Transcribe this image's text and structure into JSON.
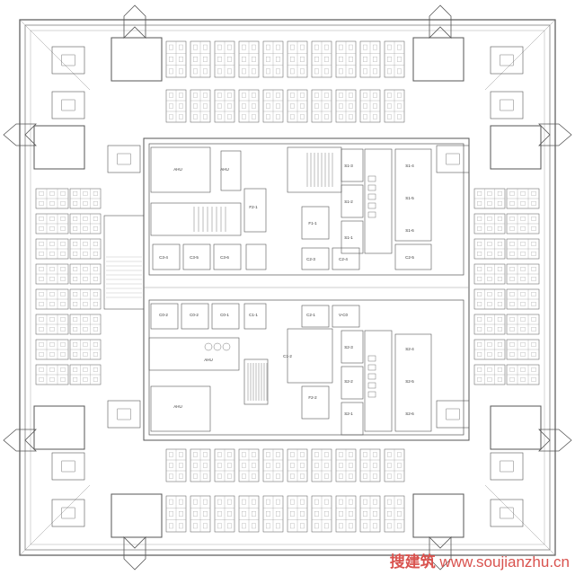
{
  "watermark": {
    "cn": "搜建筑",
    "url": "www.soujianzhu.cn"
  },
  "colors": {
    "line": "#555555",
    "light": "#9a9a9a",
    "accent": "#d9534f"
  },
  "core_labels": {
    "r1": "S1-3",
    "r2": "S1-2",
    "r3": "S1-1",
    "r4": "S1-4",
    "r5": "S1-5",
    "r6": "S1-6",
    "r7": "C3-4",
    "r8": "C3-5",
    "r9": "C3-6",
    "r10": "C0-2",
    "r11": "C0-2",
    "r12": "C0-1",
    "r13": "F2-1",
    "r14": "F1-1",
    "r15": "F2-2",
    "r16": "S2-3",
    "r17": "S2-2",
    "r18": "S2-1",
    "r19": "S2-4",
    "r20": "S2-5",
    "r21": "S2-6",
    "r22": "C2-3",
    "r23": "C2-4",
    "r24": "C2-5",
    "r25": "V-C0",
    "r26": "C2-1",
    "r27": "C1-1",
    "r28": "C1-2",
    "r29": "AHU",
    "r30": "AHU",
    "r31": "AHU",
    "r32": "AHU"
  }
}
